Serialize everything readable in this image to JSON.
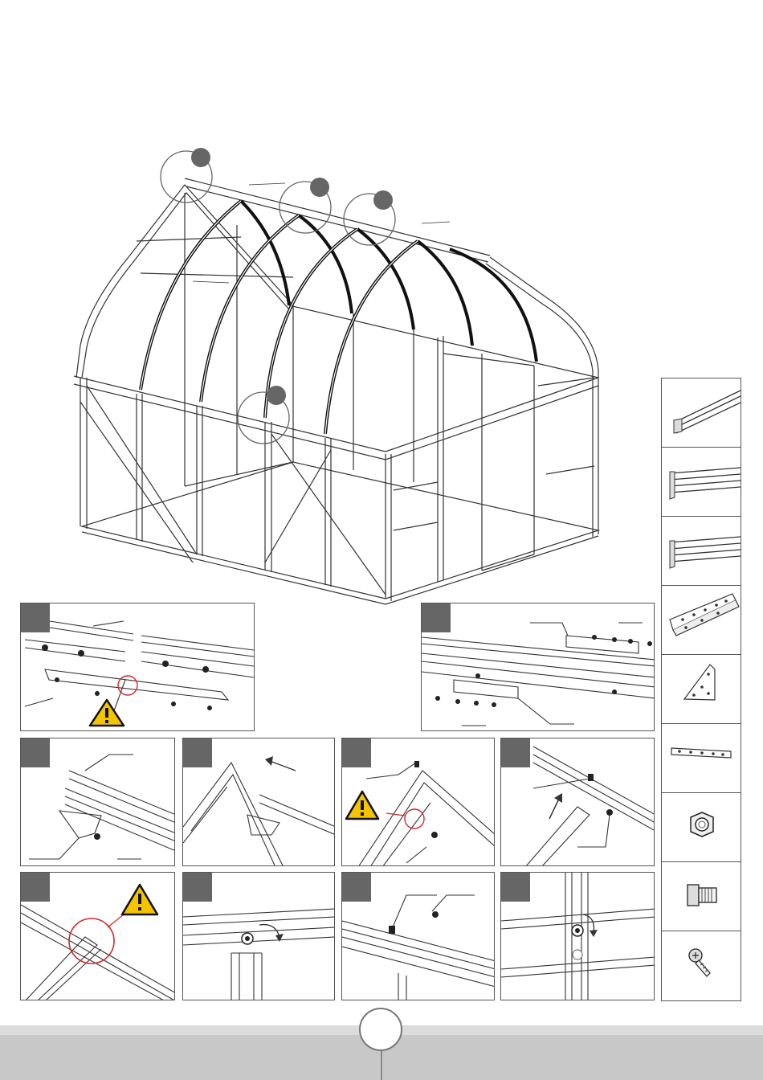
{
  "document": {
    "type": "assembly-instructions",
    "main_illustration": "greenhouse-frame-roof-bars",
    "callout_markers": 4
  },
  "steps": {
    "count": 10,
    "warnings": [
      "warning-step-1",
      "warning-step-5",
      "warning-step-7"
    ]
  },
  "parts_column": {
    "items": [
      "roof-ridge-profile-icon",
      "gutter-profile-icon",
      "side-profile-icon",
      "angle-bracket-icon",
      "corner-plate-icon",
      "flat-joint-plate-icon",
      "hex-nut-icon",
      "square-head-bolt-icon",
      "screw-icon"
    ]
  },
  "colors": {
    "outline": "#333333",
    "badge": "#666666",
    "warning_yellow": "#f5c400",
    "callout_red": "#d9262a",
    "footer": "#c8c8c8"
  },
  "footer": {
    "page_number": ""
  }
}
